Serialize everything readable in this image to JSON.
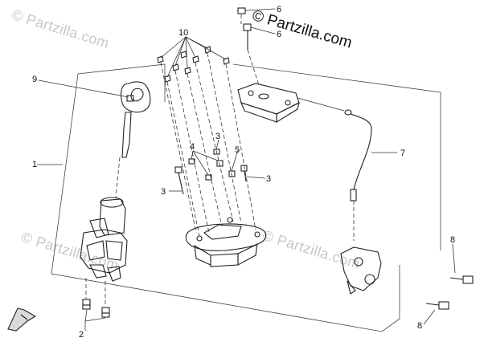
{
  "watermarks": {
    "main": "© Partzilla.com",
    "repeat": "© Partzilla.com"
  },
  "callouts": {
    "c1": "1",
    "c2": "2",
    "c3a": "3",
    "c3b": "3",
    "c3c": "3",
    "c4": "4",
    "c5": "5",
    "c6a": "6",
    "c6b": "6",
    "c7": "7",
    "c8a": "8",
    "c8b": "8",
    "c9": "9",
    "c10": "10"
  }
}
